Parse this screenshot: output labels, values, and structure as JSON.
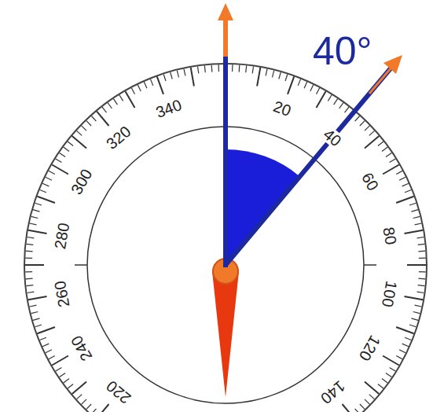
{
  "diagram": {
    "labels": [
      "40°",
      "20",
      "40",
      "60",
      "80",
      "100",
      "120",
      "140",
      "220",
      "240",
      "260",
      "280",
      "300",
      "320",
      "340"
    ]
  }
}
